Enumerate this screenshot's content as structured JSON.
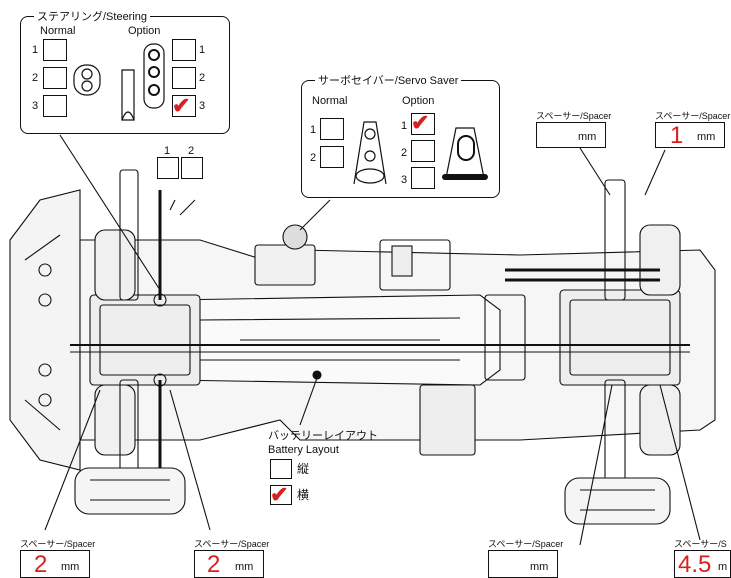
{
  "steering": {
    "title": "ステアリング/Steering",
    "normal_label": "Normal",
    "option_label": "Option",
    "normal_positions": [
      "1",
      "2",
      "3"
    ],
    "option_positions": [
      "1",
      "2",
      "3"
    ],
    "option_checked_position": "3",
    "check_mark": "✔"
  },
  "servo_saver": {
    "title": "サーボセイバー/Servo Saver",
    "normal_label": "Normal",
    "option_label": "Option",
    "normal_positions": [
      "1",
      "2"
    ],
    "option_positions": [
      "1",
      "2",
      "3"
    ],
    "option_checked_position": "1",
    "check_mark": "✔"
  },
  "steering_link_boxes": [
    "1",
    "2"
  ],
  "battery_layout": {
    "title_jp": "バッテリーレイアウト",
    "title_en": "Battery Layout",
    "options": [
      {
        "label": "縦",
        "checked": false
      },
      {
        "label": "横",
        "checked": true
      }
    ],
    "check_mark": "✔"
  },
  "spacers": {
    "top_right_1": {
      "label": "スペーサー/Spacer",
      "value": "",
      "unit": "mm"
    },
    "top_right_2": {
      "label": "スペーサー/Spacer",
      "value": "1",
      "unit": "mm"
    },
    "bottom_left_1": {
      "label": "スペーサー/Spacer",
      "value": "2",
      "unit": "mm"
    },
    "bottom_left_2": {
      "label": "スペーサー/Spacer",
      "value": "2",
      "unit": "mm"
    },
    "bottom_right_1": {
      "label": "スペーサー/Spacer",
      "value": "",
      "unit": "mm"
    },
    "bottom_right_2": {
      "label": "スペーサー/S",
      "value": "4.5",
      "unit": "m"
    }
  },
  "colors": {
    "line": "#111111",
    "accent_red": "#d82020",
    "chassis_fill": "#f2f2f2"
  }
}
